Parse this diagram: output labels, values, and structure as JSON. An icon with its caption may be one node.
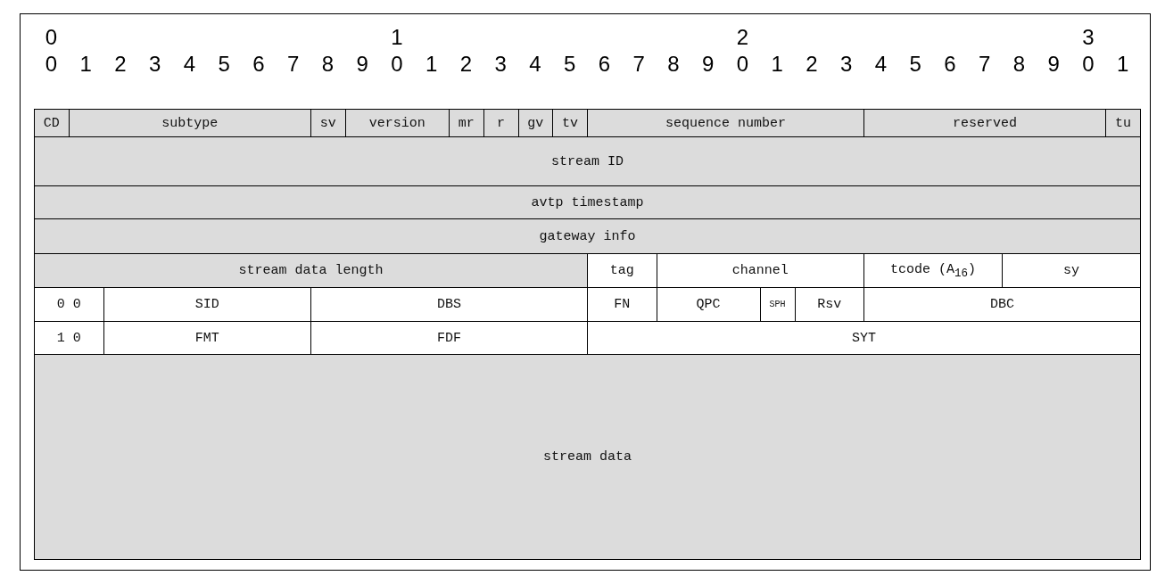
{
  "diagram": {
    "nodes": [
      {
        "text": [
          "CD"
        ]
      },
      {
        "text": [
          "subtype"
        ]
      },
      {
        "text": [
          "sv"
        ]
      },
      {
        "text": [
          "version"
        ]
      },
      {
        "text": [
          "mr"
        ]
      },
      {
        "text": [
          "r"
        ]
      },
      {
        "text": [
          "gv"
        ]
      },
      {
        "text": [
          "tv"
        ]
      },
      {
        "text": [
          "sequence number"
        ]
      },
      {
        "text": [
          "reserved"
        ]
      },
      {
        "text": [
          "tu"
        ]
      },
      {
        "text": [
          "stream ID"
        ]
      },
      {
        "text": [
          "avtp timestamp"
        ]
      },
      {
        "text": [
          "gateway info"
        ]
      },
      {
        "text": [
          "stream data length"
        ]
      },
      {
        "text": [
          "tag"
        ]
      },
      {
        "text": [
          "channel"
        ]
      },
      {
        "text": [
          "tcode (A$_{16}$)"
        ]
      },
      {
        "text": [
          "sy"
        ]
      },
      {
        "text": [
          "0 0"
        ]
      },
      {
        "text": [
          "SID"
        ]
      },
      {
        "text": [
          "DBS"
        ]
      },
      {
        "text": [
          "FN"
        ]
      },
      {
        "text": [
          "QPC"
        ]
      },
      {
        "text": [
          "SPH"
        ]
      },
      {
        "text": [
          "Rsv"
        ]
      },
      {
        "text": [
          "DBC"
        ]
      },
      {
        "text": [
          "1 0"
        ]
      },
      {
        "text": [
          "FMT"
        ]
      },
      {
        "text": [
          "FDF"
        ]
      },
      {
        "text": [
          "SYT"
        ]
      },
      {
        "text": [
          "stream data"
        ]
      }
    ],
    "labels": [
      "0",
      "1",
      "2",
      "3",
      "0",
      "1",
      "2",
      "3",
      "4",
      "5",
      "6",
      "7",
      "8",
      "9",
      "0",
      "1",
      "2",
      "3",
      "4",
      "5",
      "6",
      "7",
      "8",
      "9",
      "0",
      "1",
      "2",
      "3",
      "4",
      "5",
      "6",
      "7",
      "8",
      "9",
      "0",
      "1"
    ]
  }
}
